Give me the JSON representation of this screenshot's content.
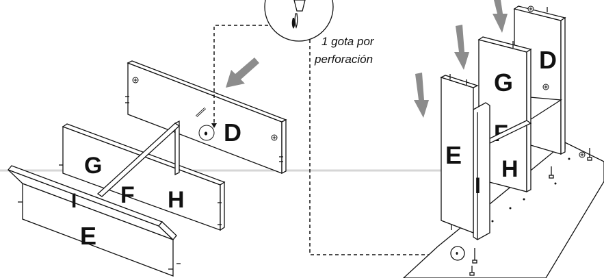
{
  "caption": {
    "line1": "1 gota por",
    "line2": "perforación"
  },
  "left_assembly": {
    "panel_d": "D",
    "panel_g": "G",
    "panel_f": "F",
    "panel_h": "H",
    "panel_i": "I",
    "panel_e": "E"
  },
  "right_assembly": {
    "panel_d": "D",
    "panel_g": "G",
    "panel_f": "F",
    "panel_h": "H",
    "panel_i": "I",
    "panel_e": "E"
  },
  "colors": {
    "line": "#111111",
    "arrow": "#8c8c8c",
    "rule": "#d6d6d6"
  },
  "icons": [
    "glue-bottle-icon",
    "push-arrow-icon",
    "dowel-icon",
    "screw-icon"
  ]
}
